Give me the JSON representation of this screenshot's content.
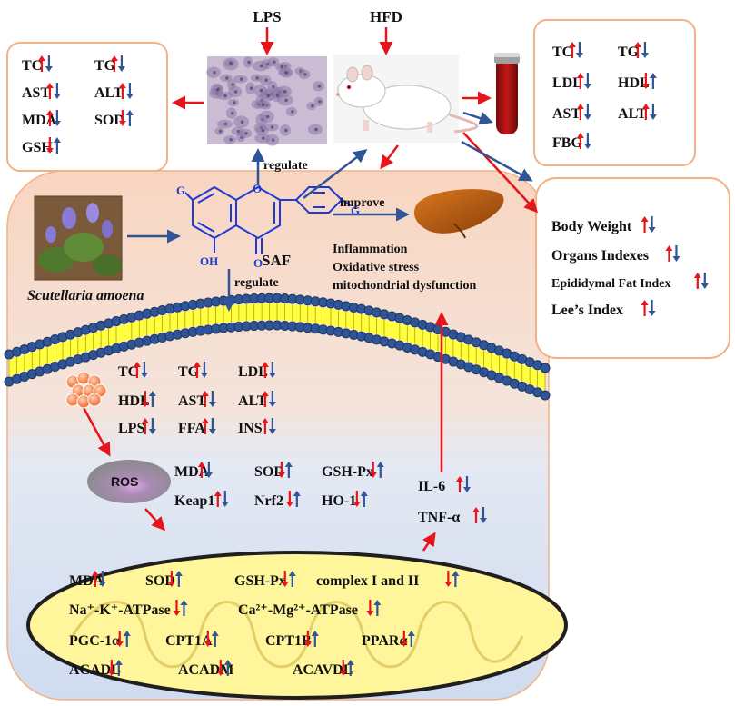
{
  "top_inputs": {
    "lps": "LPS",
    "hfd": "HFD"
  },
  "left_box": {
    "items": [
      {
        "label": "TC",
        "arrows": "up-red,down-blue"
      },
      {
        "label": "TG",
        "arrows": "up-red,down-blue"
      },
      {
        "label": "AST",
        "arrows": "up-red,down-blue"
      },
      {
        "label": "ALT",
        "arrows": "up-red,down-blue"
      },
      {
        "label": "MDA",
        "arrows": "up-red,down-blue"
      },
      {
        "label": "SOD",
        "arrows": "down-red,up-blue"
      },
      {
        "label": "GSH",
        "arrows": "down-red,up-blue"
      }
    ]
  },
  "right_top_box": {
    "items": [
      {
        "label": "TC",
        "arrows": "up-red,down-blue"
      },
      {
        "label": "TG",
        "arrows": "up-red,down-blue"
      },
      {
        "label": "LDL",
        "arrows": "up-red,down-blue"
      },
      {
        "label": "HDL",
        "arrows": "down-red,up-blue"
      },
      {
        "label": "AST",
        "arrows": "up-red,down-blue"
      },
      {
        "label": "ALT",
        "arrows": "up-red,down-blue"
      },
      {
        "label": "FBG",
        "arrows": "up-red,down-blue"
      }
    ]
  },
  "right_bottom_box": {
    "items": [
      {
        "label": "Body Weight",
        "arrows": "up-red,down-blue"
      },
      {
        "label": "Organs Indexes",
        "arrows": "up-red,down-blue"
      },
      {
        "label": "Epididymal Fat Index",
        "arrows": "up-red,down-blue"
      },
      {
        "label": "Lee’s Index",
        "arrows": "up-red,down-blue"
      }
    ]
  },
  "labels": {
    "regulate_top": "regulate",
    "improve": "improve",
    "saf": "SAF",
    "regulate_saf": "regulate",
    "plant": "Scutellaria amoena",
    "effects": [
      "Inflammation",
      "Oxidative stress",
      "mitochondrial dysfunction"
    ],
    "ros": "ROS",
    "il6": "IL-6",
    "tnf": "TNF-α"
  },
  "molecule": {
    "g1": "G",
    "g2": "G",
    "oh": "OH",
    "o_ring": "O",
    "o_keto": "O"
  },
  "membrane_markers": {
    "rows": [
      [
        "TC",
        "TG",
        "LDL"
      ],
      [
        "HDL",
        "AST",
        "ALT"
      ],
      [
        "LPS",
        "FFA",
        "INS"
      ]
    ]
  },
  "ros_markers": {
    "rows": [
      [
        "MDA",
        "SOD",
        "GSH-Px"
      ],
      [
        "Keap1",
        "Nrf2",
        "HO-1"
      ]
    ]
  },
  "mito_markers": {
    "rows": [
      [
        "MDA",
        "SOD",
        "GSH-Px",
        "complex I and II"
      ],
      [
        "Na⁺-K⁺-ATPase",
        "Ca²⁺-Mg²⁺-ATPase"
      ],
      [
        "PGC-1α",
        "CPT1A",
        "CPT1B",
        "PPARα"
      ],
      [
        "ACADL",
        "ACADM",
        "ACAVDL"
      ]
    ]
  },
  "colors": {
    "red": "#e8141c",
    "blue": "#2f5597",
    "box_border": "#f4b183",
    "cell_top": "#f8d7c4",
    "cell_bottom": "#dae3f3",
    "mito_fill": "#fff59a",
    "membrane_blue": "#1f3864"
  }
}
